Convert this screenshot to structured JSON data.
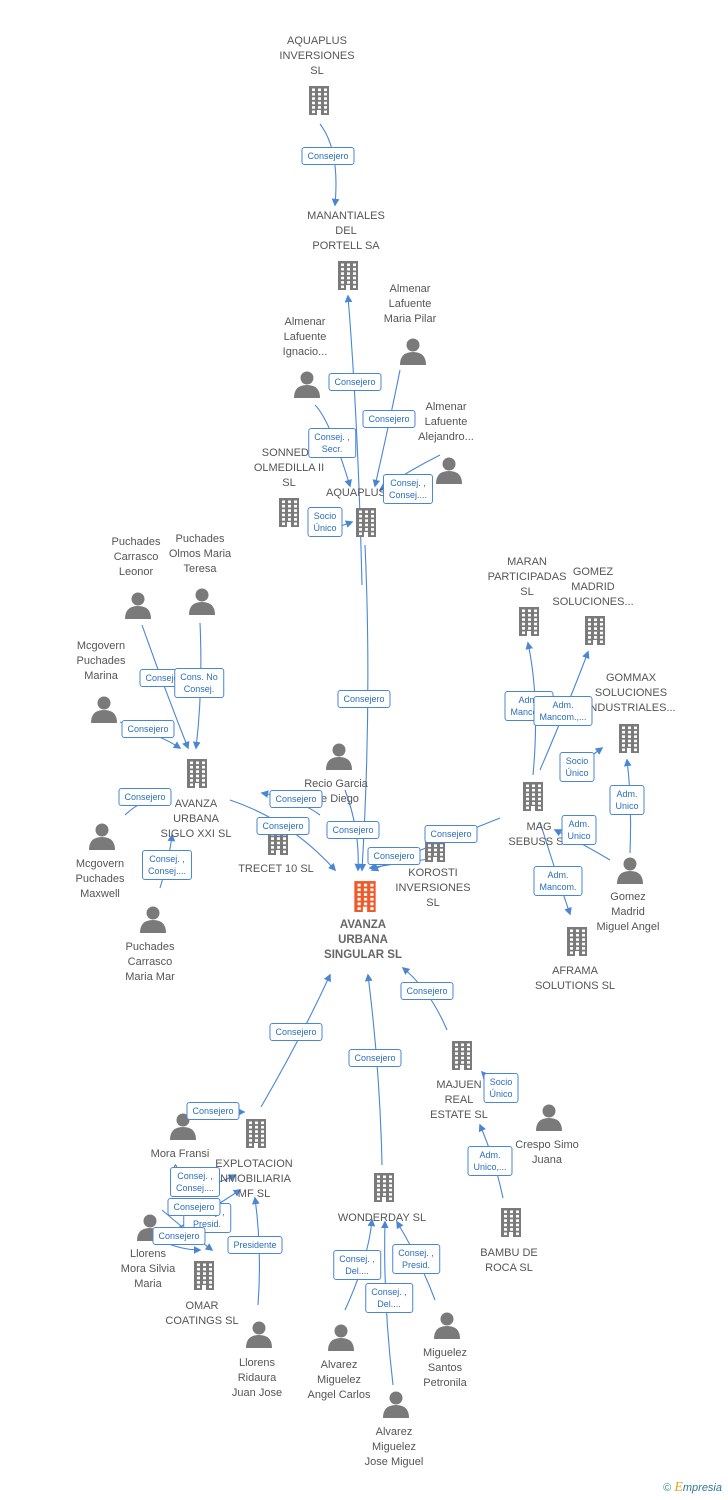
{
  "colors": {
    "edge": "#4a86d6",
    "node": "#7a7a7a",
    "main": "#f05a28"
  },
  "nodes": [
    {
      "id": "aquaplus_inv",
      "type": "company",
      "label": "AQUAPLUS\nINVERSIONES\nSL"
    },
    {
      "id": "manantiales",
      "type": "company",
      "label": "MANANTIALES\nDEL\nPORTELL SA"
    },
    {
      "id": "almenar_pilar",
      "type": "person",
      "label": "Almenar\nLafuente\nMaria Pilar"
    },
    {
      "id": "almenar_ignacio",
      "type": "person",
      "label": "Almenar\nLafuente\nIgnacio..."
    },
    {
      "id": "almenar_alejandro",
      "type": "person",
      "label": "Almenar\nLafuente\nAlejandro..."
    },
    {
      "id": "sonneda",
      "type": "company",
      "label": "SONNEDA\nOLMEDILLA II\nSL"
    },
    {
      "id": "aquaplus",
      "type": "company",
      "label": "AQUAPLUS"
    },
    {
      "id": "puchades_leonor",
      "type": "person",
      "label": "Puchades\nCarrasco\nLeonor"
    },
    {
      "id": "puchades_olmos",
      "type": "person",
      "label": "Puchades\nOlmos Maria\nTeresa"
    },
    {
      "id": "mcgovern_marina",
      "type": "person",
      "label": "Mcgovern\nPuchades\nMarina"
    },
    {
      "id": "avanza_siglo",
      "type": "company",
      "label": "AVANZA\nURBANA\nSIGLO XXI SL"
    },
    {
      "id": "mcgovern_maxwell",
      "type": "person",
      "label": "Mcgovern\nPuchades\nMaxwell"
    },
    {
      "id": "puchades_mar",
      "type": "person",
      "label": "Puchades\nCarrasco\nMaria Mar"
    },
    {
      "id": "recio",
      "type": "person",
      "label": "Recio Garcia\nDe Diego"
    },
    {
      "id": "trecet",
      "type": "company",
      "label": "TRECET 10 SL"
    },
    {
      "id": "korosti",
      "type": "company",
      "label": "KOROSTI\nINVERSIONES\nSL"
    },
    {
      "id": "main",
      "type": "main",
      "label": "AVANZA\nURBANA\nSINGULAR  SL"
    },
    {
      "id": "maran",
      "type": "company",
      "label": "MARAN\nPARTICIPADAS\nSL"
    },
    {
      "id": "gomez_madrid_sol",
      "type": "company",
      "label": "GOMEZ\nMADRID\nSOLUCIONES..."
    },
    {
      "id": "gommax",
      "type": "company",
      "label": "GOMMAX\nSOLUCIONES\nINDUSTRIALES..."
    },
    {
      "id": "mag_sebuss",
      "type": "company",
      "label": "MAG\nSEBUSS SL"
    },
    {
      "id": "gomez_miguel",
      "type": "person",
      "label": "Gomez\nMadrid\nMiguel Angel"
    },
    {
      "id": "aframa",
      "type": "company",
      "label": "AFRAMA\nSOLUTIONS  SL"
    },
    {
      "id": "majuen",
      "type": "company",
      "label": "MAJUEN\nREAL\nESTATE  SL"
    },
    {
      "id": "crespo",
      "type": "person",
      "label": "Crespo Simo\nJuana"
    },
    {
      "id": "bambu",
      "type": "company",
      "label": "BAMBU DE\nROCA  SL"
    },
    {
      "id": "mora_fransi",
      "type": "person",
      "label": "Mora Fransi\nA..."
    },
    {
      "id": "explotacion",
      "type": "company",
      "label": "EXPLOTACION\nINMOBILIARIA\nMF SL"
    },
    {
      "id": "llorens_mora",
      "type": "person",
      "label": "Llorens\nMora Silvia\nMaria"
    },
    {
      "id": "omar",
      "type": "company",
      "label": "OMAR\nCOATINGS SL"
    },
    {
      "id": "llorens_ridaura",
      "type": "person",
      "label": "Llorens\nRidaura\nJuan Jose"
    },
    {
      "id": "wonderday",
      "type": "company",
      "label": "WONDERDAY SL"
    },
    {
      "id": "alvarez_angel",
      "type": "person",
      "label": "Alvarez\nMiguelez\nAngel Carlos"
    },
    {
      "id": "miguelez_santos",
      "type": "person",
      "label": "Miguelez\nSantos\nPetronila"
    },
    {
      "id": "alvarez_jose",
      "type": "person",
      "label": "Alvarez\nMiguelez\nJose Miguel"
    }
  ],
  "edges": [
    {
      "id": "e1",
      "label": "Consejero"
    },
    {
      "id": "e2",
      "label": "Consejero"
    },
    {
      "id": "e3",
      "label": "Consej. ,\nSecr."
    },
    {
      "id": "e4",
      "label": "Consejero"
    },
    {
      "id": "e5",
      "label": "Consej. ,\nConsej...."
    },
    {
      "id": "e6",
      "label": "Socio\nÚnico"
    },
    {
      "id": "e7",
      "label": "Consejero"
    },
    {
      "id": "e8",
      "label": "Consejero"
    },
    {
      "id": "e9",
      "label": "Cons. No\nConsej."
    },
    {
      "id": "e10",
      "label": "Consejero"
    },
    {
      "id": "e11",
      "label": "Consejero"
    },
    {
      "id": "e12",
      "label": "Consej. ,\nConsej...."
    },
    {
      "id": "e13",
      "label": "Consejero"
    },
    {
      "id": "e14",
      "label": "Consejero"
    },
    {
      "id": "e15",
      "label": "Consejero"
    },
    {
      "id": "e16",
      "label": "Consejero"
    },
    {
      "id": "e17",
      "label": "Consejero"
    },
    {
      "id": "e18",
      "label": "Adm.\nMancom."
    },
    {
      "id": "e19",
      "label": "Adm.\nMancom.,..."
    },
    {
      "id": "e20",
      "label": "Socio\nÚnico"
    },
    {
      "id": "e21",
      "label": "Adm.\nUnico"
    },
    {
      "id": "e22",
      "label": "Adm.\nUnico"
    },
    {
      "id": "e23",
      "label": "Adm.\nMancom."
    },
    {
      "id": "e24",
      "label": "Consejero"
    },
    {
      "id": "e25",
      "label": "Socio\nÚnico"
    },
    {
      "id": "e26",
      "label": "Adm.\nUnico,..."
    },
    {
      "id": "e27",
      "label": "Consejero"
    },
    {
      "id": "e28",
      "label": "Consejero"
    },
    {
      "id": "e29",
      "label": "Consejero"
    },
    {
      "id": "e30",
      "label": "Consej. ,\nConsej...."
    },
    {
      "id": "e31",
      "label": "Consej. ,\nPresid."
    },
    {
      "id": "e32",
      "label": "Consejero"
    },
    {
      "id": "e33",
      "label": "Consejero"
    },
    {
      "id": "e34",
      "label": "Presidente"
    },
    {
      "id": "e35",
      "label": "Consej. ,\nDel...."
    },
    {
      "id": "e36",
      "label": "Consej. ,\nPresid."
    },
    {
      "id": "e37",
      "label": "Consej. ,\nDel...."
    }
  ],
  "credit": {
    "symbol": "©",
    "brand_initial": "E",
    "brand_rest": "mpresia"
  }
}
